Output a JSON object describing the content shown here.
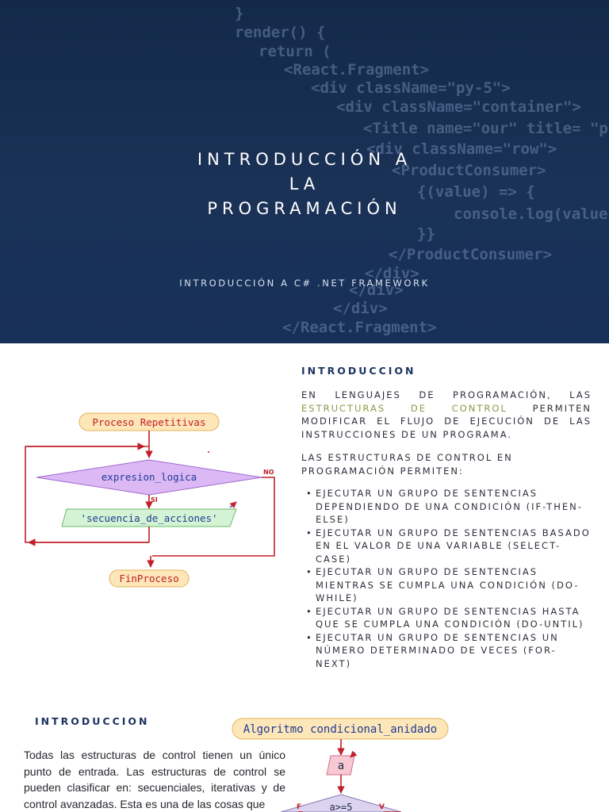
{
  "hero": {
    "title_lines": [
      "INTRODUCCIÓN A",
      "LA",
      "PROGRAMACIÓN"
    ],
    "subtitle": "INTRODUCCIÓN A C# .NET FRAMEWORK",
    "code_lines": [
      "}",
      "render() {",
      "return (",
      "<React.Fragment>",
      "<div className=\"py-5\">",
      "<div className=\"container\">",
      "<Title name=\"our\" title= \"product",
      "<div className=\"row\">",
      "<ProductConsumer>",
      "{(value) => {",
      "console.log(value)",
      "}}",
      "</ProductConsumer>",
      "</div>",
      "</div>",
      "</div>",
      "</React.Fragment>"
    ]
  },
  "section1": {
    "heading": "INTRODUCCION",
    "para1_before": "EN LENGUAJES DE PROGRAMACIÓN, LAS",
    "para1_accent": "ESTRUCTURAS DE CONTROL",
    "para1_after": "PERMITEN MODIFICAR EL FLUJO DE EJECUCIÓN DE LAS INSTRUCCIONES DE UN PROGRAMA.",
    "para2": "LAS ESTRUCTURAS DE CONTROL EN PROGRAMACIÓN PERMITEN:",
    "bullets": [
      "EJECUTAR UN GRUPO DE SENTENCIAS DEPENDIENDO DE UNA CONDICIÓN (IF-THEN-ELSE)",
      "EJECUTAR UN GRUPO DE SENTENCIAS BASADO EN EL VALOR DE UNA VARIABLE (SELECT-CASE)",
      "EJECUTAR UN GRUPO DE SENTENCIAS MIENTRAS SE CUMPLA UNA CONDICIÓN (DO-WHILE)",
      "EJECUTAR UN GRUPO DE SENTENCIAS HASTA QUE SE CUMPLA UNA CONDICIÓN (DO-UNTIL)",
      "EJECUTAR UN GRUPO DE SENTENCIAS UN NÚMERO DETERMINADO DE VECES (FOR-NEXT)"
    ],
    "flowchart": {
      "start": "Proceso Repetitivas",
      "condition": "expresion_logica",
      "no_label": "NO",
      "yes_label": "SI",
      "action": "'secuencia_de_acciones'",
      "end": "FinProceso"
    }
  },
  "section2": {
    "heading": "INTRODUCCION",
    "text": "Todas las estructuras de control tienen un único punto de entrada. Las estructuras de control se pueden clasificar en: secuenciales, iterativas y de control avanzadas. Esta es una de las cosas que",
    "flowchart": {
      "start": "Algoritmo condicional_anidado",
      "input": "a",
      "condition": "a>=5",
      "false_label": "F",
      "true_label": "V"
    }
  },
  "colors": {
    "hero_bg": "#1a3256",
    "heading": "#1d3560",
    "accent": "#8a9a48",
    "flow_line": "#c0202a",
    "flow_terminal": "#fde6b8",
    "flow_decision": "#dcb8f5",
    "flow_process": "#d4f3d4"
  }
}
